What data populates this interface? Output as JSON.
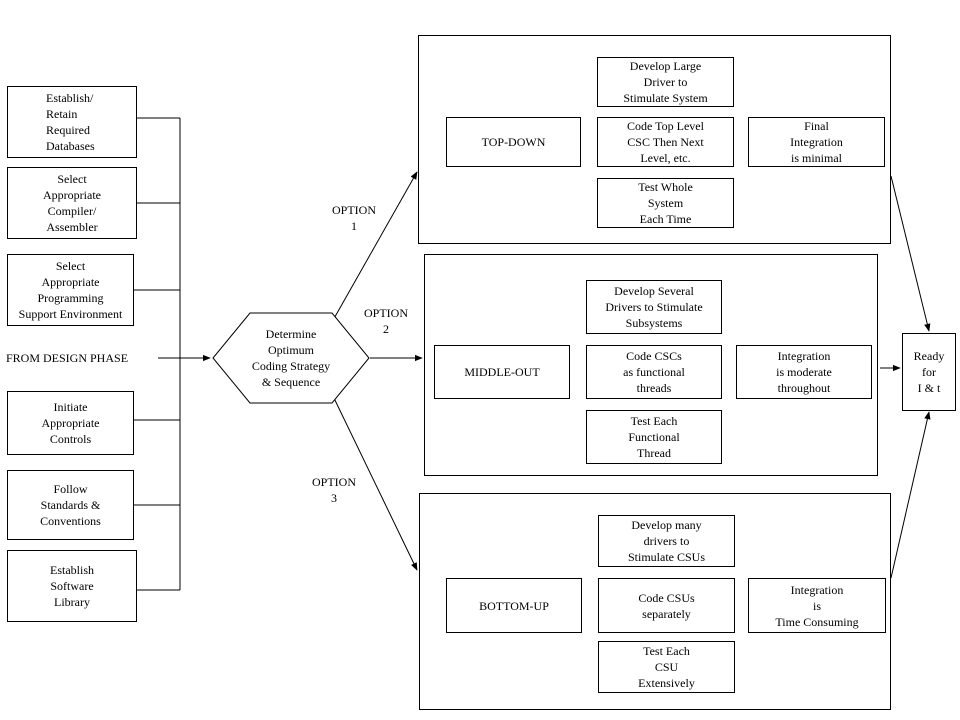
{
  "source": "FROM DESIGN PHASE",
  "left_steps": [
    "Establish/\nRetain\nRequired\nDatabases",
    "Select\nAppropriate\nCompiler/\nAssembler",
    "Select\nAppropriate\nProgramming\nSupport Environment",
    "Initiate\nAppropriate\nControls",
    "Follow\nStandards &\nConventions",
    "Establish\nSoftware\nLibrary"
  ],
  "decision": "Determine\nOptimum\nCoding Strategy\n& Sequence",
  "options": [
    "OPTION\n1",
    "OPTION\n2",
    "OPTION\n3"
  ],
  "strategies": [
    {
      "name": "TOP-DOWN",
      "drivers": "Develop Large\nDriver to\nStimulate System",
      "code": "Code Top Level\nCSC Then Next\nLevel, etc.",
      "test": "Test Whole\nSystem\nEach Time",
      "integration": "Final\nIntegration\nis minimal"
    },
    {
      "name": "MIDDLE-OUT",
      "drivers": "Develop Several\nDrivers to Stimulate\nSubsystems",
      "code": "Code CSCs\nas functional\nthreads",
      "test": "Test Each\nFunctional\nThread",
      "integration": "Integration\nis moderate\nthroughout"
    },
    {
      "name": "BOTTOM-UP",
      "drivers": "Develop many\ndrivers to\nStimulate CSUs",
      "code": "Code CSUs\nseparately",
      "test": "Test Each\nCSU\nExtensively",
      "integration": "Integration\nis\nTime Consuming"
    }
  ],
  "result": "Ready\nfor\nI & t"
}
